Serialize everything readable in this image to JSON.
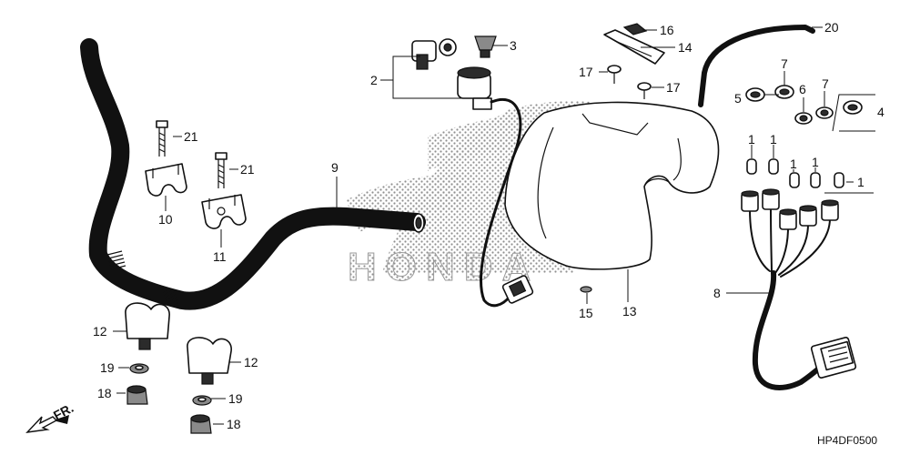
{
  "diagram": {
    "callouts": [
      {
        "id": "c1a",
        "label": "1"
      },
      {
        "id": "c1b",
        "label": "1"
      },
      {
        "id": "c1c",
        "label": "1"
      },
      {
        "id": "c1d",
        "label": "1"
      },
      {
        "id": "c1e",
        "label": "1"
      },
      {
        "id": "c2",
        "label": "2"
      },
      {
        "id": "c3",
        "label": "3"
      },
      {
        "id": "c4",
        "label": "4"
      },
      {
        "id": "c5",
        "label": "5"
      },
      {
        "id": "c6",
        "label": "6"
      },
      {
        "id": "c7a",
        "label": "7"
      },
      {
        "id": "c7b",
        "label": "7"
      },
      {
        "id": "c8",
        "label": "8"
      },
      {
        "id": "c9",
        "label": "9"
      },
      {
        "id": "c10",
        "label": "10"
      },
      {
        "id": "c11",
        "label": "11"
      },
      {
        "id": "c12a",
        "label": "12"
      },
      {
        "id": "c12b",
        "label": "12"
      },
      {
        "id": "c13",
        "label": "13"
      },
      {
        "id": "c14",
        "label": "14"
      },
      {
        "id": "c15",
        "label": "15"
      },
      {
        "id": "c16",
        "label": "16"
      },
      {
        "id": "c17a",
        "label": "17"
      },
      {
        "id": "c17b",
        "label": "17"
      },
      {
        "id": "c18a",
        "label": "18"
      },
      {
        "id": "c18b",
        "label": "18"
      },
      {
        "id": "c19a",
        "label": "19"
      },
      {
        "id": "c19b",
        "label": "19"
      },
      {
        "id": "c20",
        "label": "20"
      },
      {
        "id": "c21a",
        "label": "21"
      },
      {
        "id": "c21b",
        "label": "21"
      }
    ],
    "watermark": "HONDA",
    "direction_label": "FR.",
    "diagram_code": "HP4DF0500"
  },
  "colors": {
    "ink": "#111111",
    "watermark": "#9a9a9a"
  },
  "icons": [
    "front-direction-arrow-icon",
    "honda-wing-watermark-icon"
  ]
}
